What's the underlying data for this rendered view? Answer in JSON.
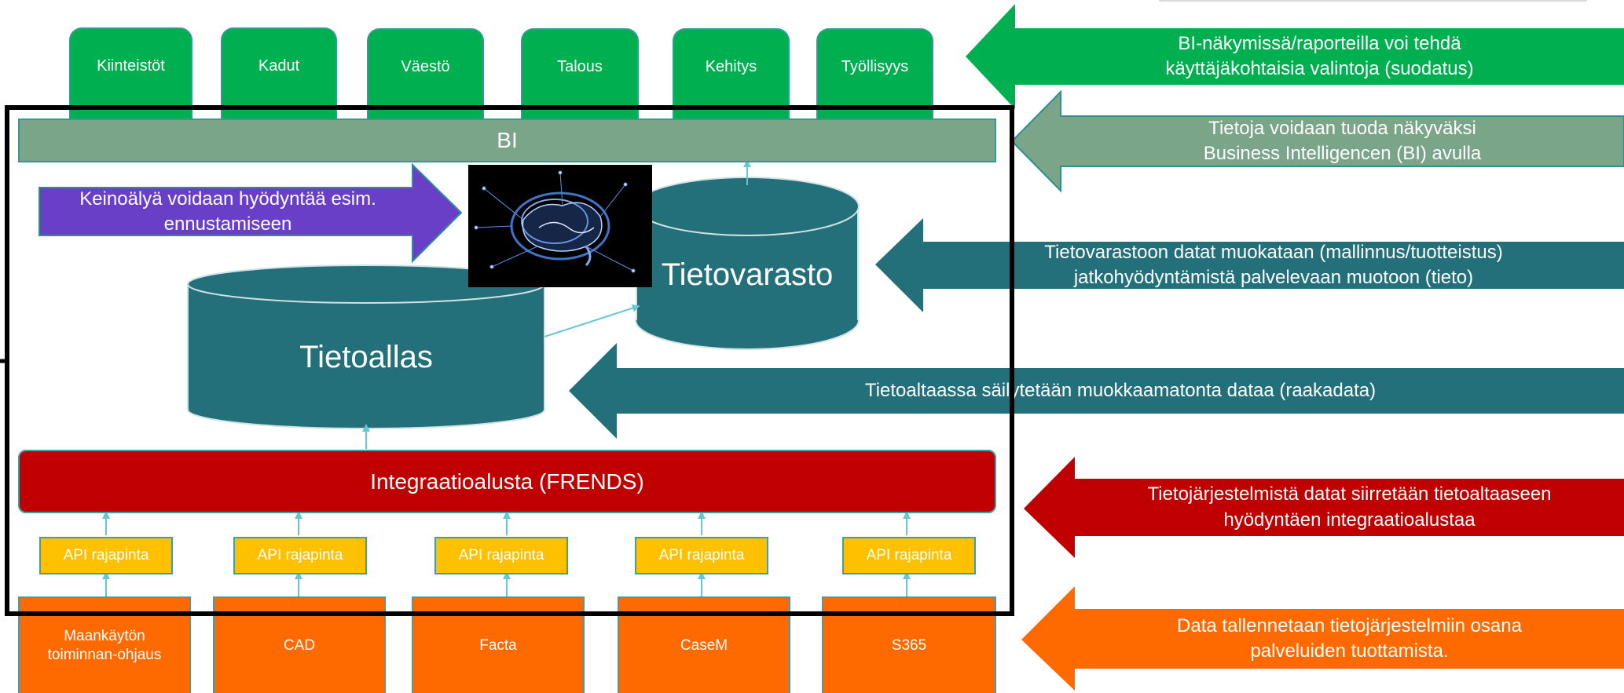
{
  "colors": {
    "green": "#00b050",
    "bi_bar": "#7aa588",
    "teal": "#23707a",
    "red": "#c00000",
    "orange": "#ff6a00",
    "yellow": "#ffc000",
    "purple": "#6a3fc8",
    "connector": "#66c7cf"
  },
  "top_tabs": [
    "Kiinteistöt",
    "Kadut",
    "Väestö",
    "Talous",
    "Kehitys",
    "Työllisyys"
  ],
  "bi_label": "BI",
  "ai_arrow_text": "Keinoälyä voidaan hyödyntää esim.\nennustamiseen",
  "ai_image_icon": "brain-network-icon",
  "warehouse_label": "Tietovarasto",
  "lake_label": "Tietoallas",
  "integration_label": "Integraatioalusta (FRENDS)",
  "api_labels": [
    "API rajapinta",
    "API rajapinta",
    "API rajapinta",
    "API rajapinta",
    "API rajapinta"
  ],
  "source_systems": [
    "Maankäytön\ntoiminnan-ohjaus",
    "CAD",
    "Facta",
    "CaseM",
    "S365"
  ],
  "right_arrows": [
    "BI-näkymissä/raporteilla voi tehdä\nkäyttäjäkohtaisia valintoja (suodatus)",
    "Tietoja voidaan tuoda näkyväksi\nBusiness Intelligencen (BI) avulla",
    "Tietovarastoon datat muokataan (mallinnus/tuotteistus)\njatkohyödyntämistä palvelevaan muotoon (tieto)",
    "Tietoaltaassa säilytetään muokkaamatonta dataa (raakadata)",
    "Tietojärjestelmistä datat siirretään tietoaltaaseen\nhyödyntäen integraatioalustaa",
    "Data tallennetaan tietojärjestelmiin osana\npalveluiden tuottamista."
  ]
}
